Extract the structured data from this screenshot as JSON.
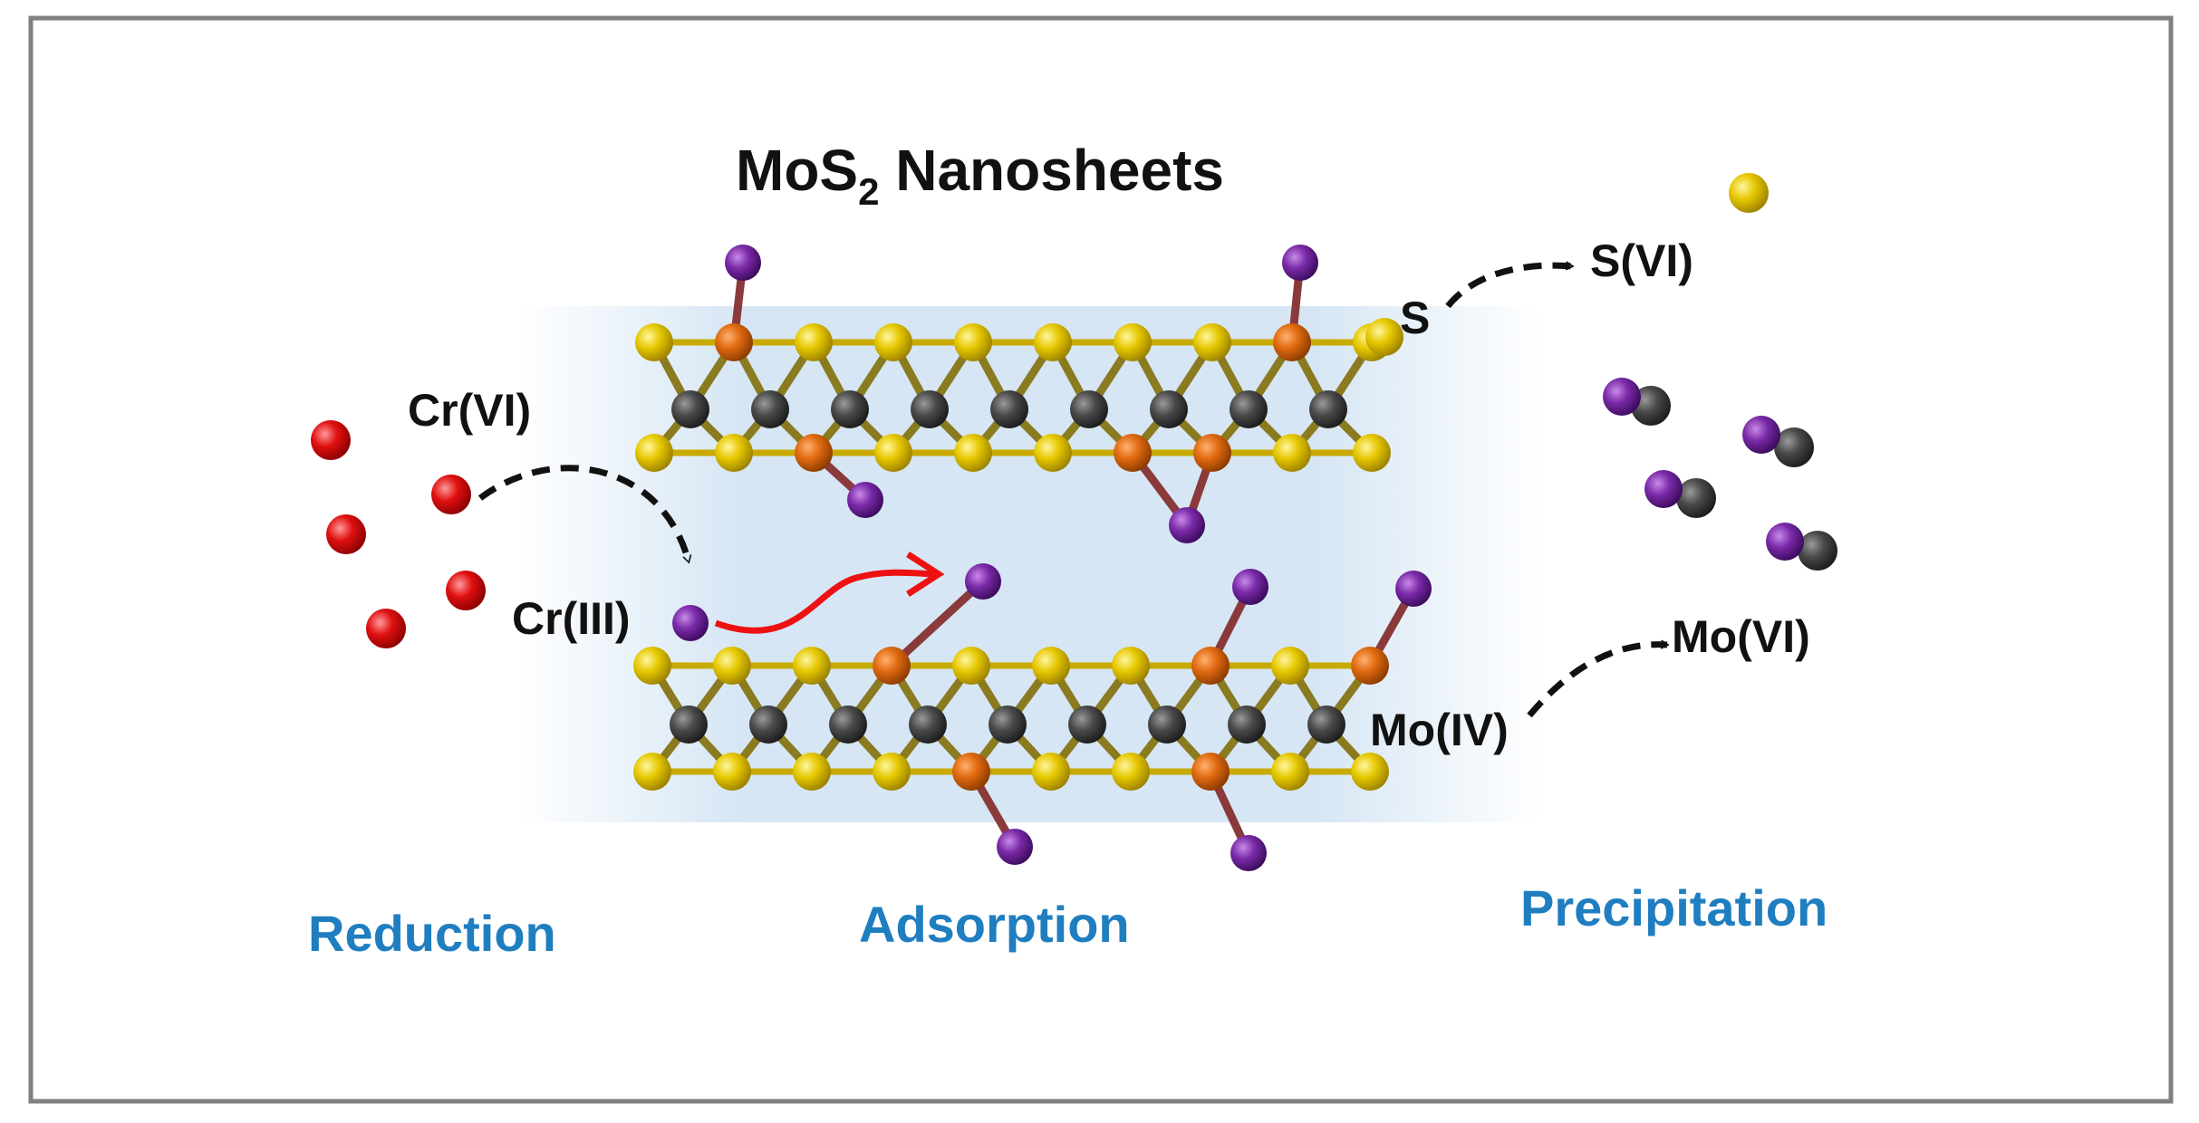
{
  "title": {
    "main": "MoS",
    "sub": "2",
    "rest": " Nanosheets"
  },
  "labels": {
    "cr6": "Cr(VI)",
    "cr3": "Cr(III)",
    "s": "S",
    "s6": "S(VI)",
    "mo4": "Mo(IV)",
    "mo6": "Mo(VI)"
  },
  "stages": {
    "reduction": "Reduction",
    "adsorption": "Adsorption",
    "precipitation": "Precipitation"
  },
  "colors": {
    "frame": "#808080",
    "band": "#d6e6f4",
    "sulfur": "#e6c800",
    "molybdenum": "#4a4a4a",
    "oxygen": "#e06a10",
    "chromium_iii": "#7a2aa8",
    "chromium_vi": "#e01010",
    "stage_text": "#1f7ec0",
    "red_arrow": "#ee1111"
  }
}
